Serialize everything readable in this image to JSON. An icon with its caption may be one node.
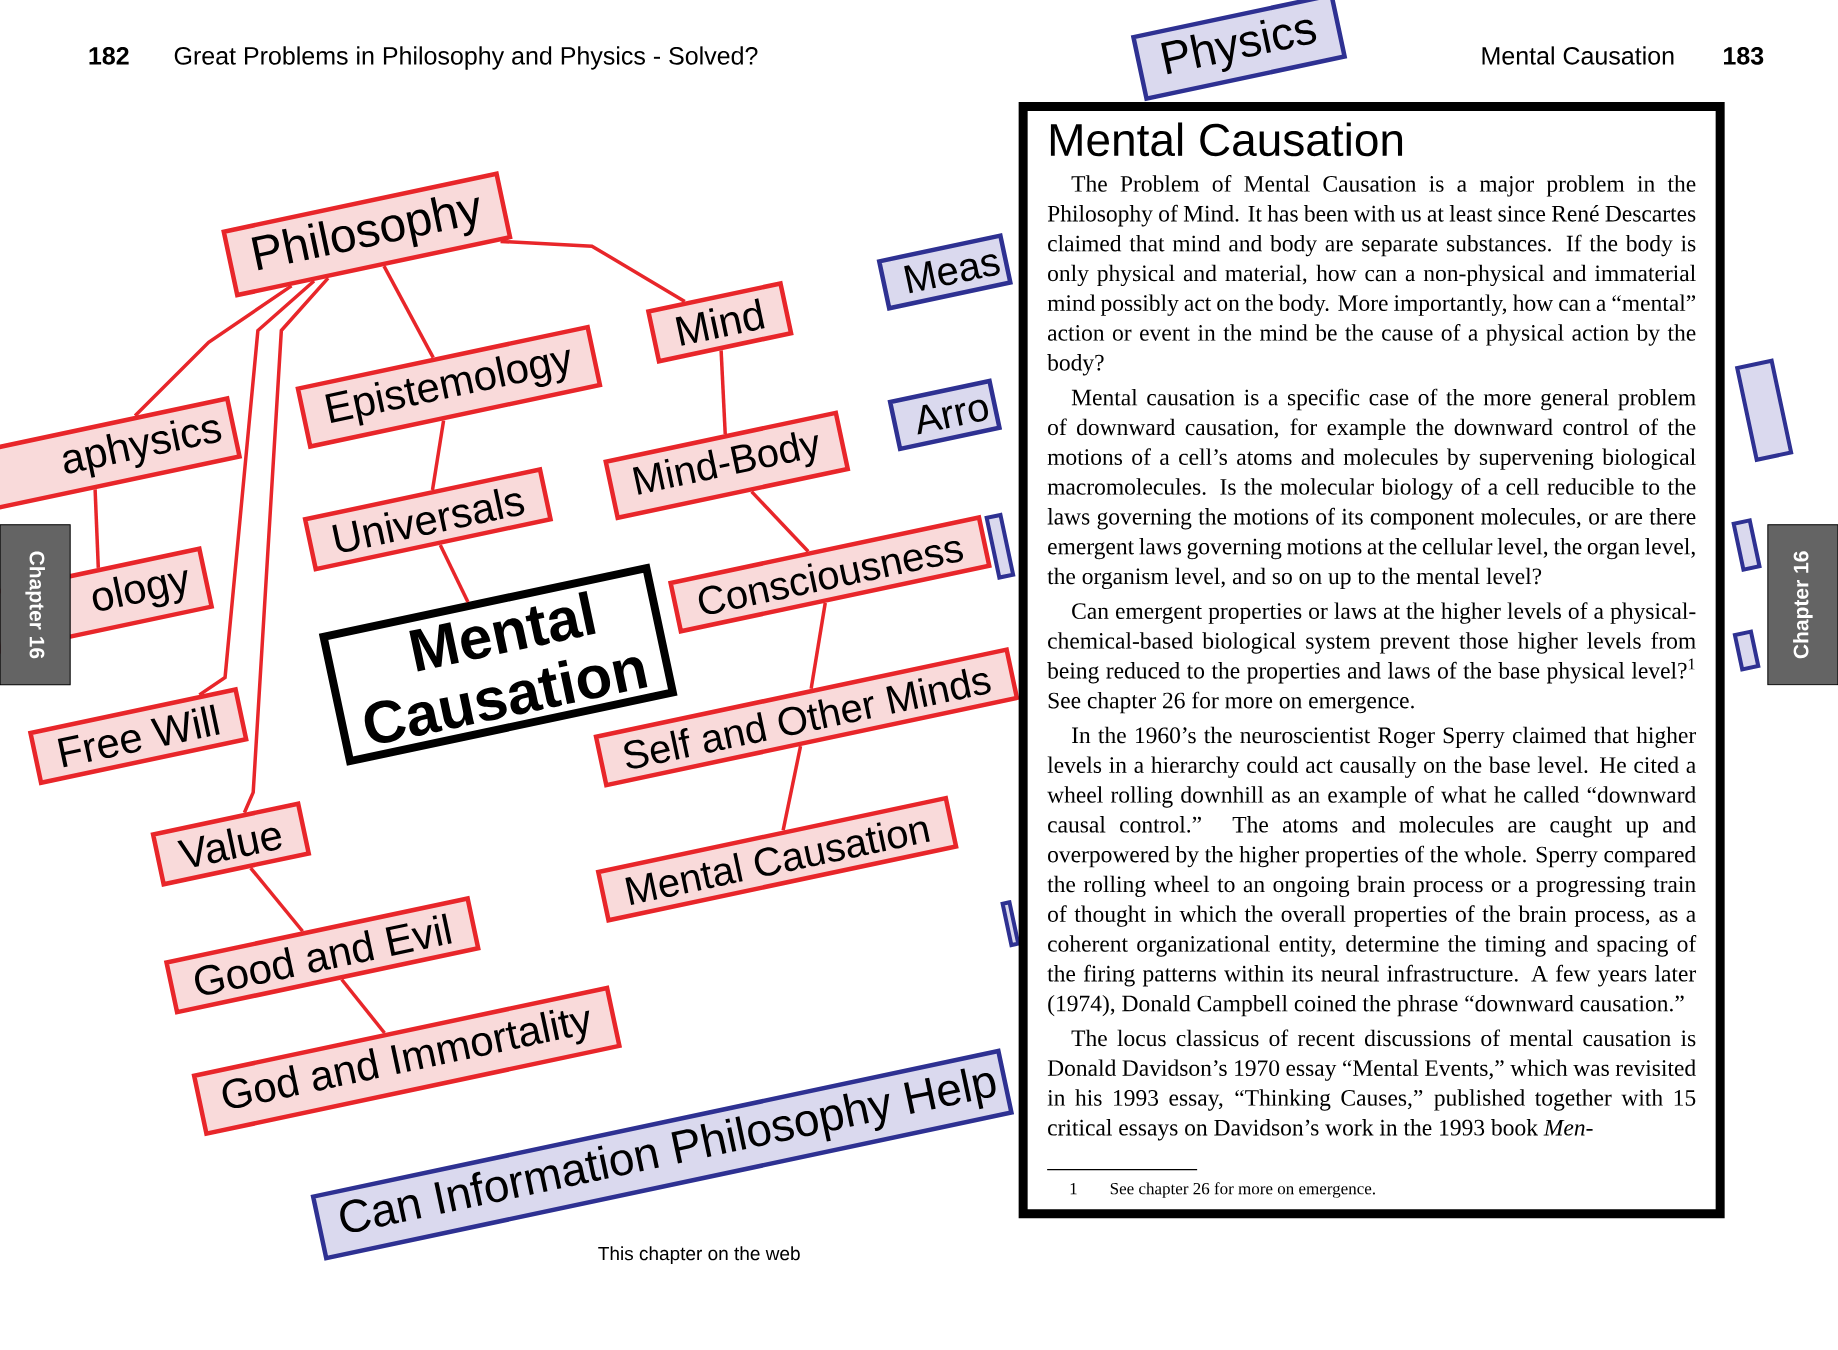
{
  "diagram": {
    "nodes": [
      {
        "text": [
          "Philosophy"
        ]
      },
      {
        "text": [
          "aphysics"
        ]
      },
      {
        "text": [
          "ology"
        ]
      },
      {
        "text": [
          "Free Will"
        ]
      },
      {
        "text": [
          "Epistemology"
        ]
      },
      {
        "text": [
          "Universals"
        ]
      },
      {
        "text": [
          "Mind"
        ]
      },
      {
        "text": [
          "Mind-Body"
        ]
      },
      {
        "text": [
          "Consciousness"
        ]
      },
      {
        "text": [
          "Self and Other Minds"
        ]
      },
      {
        "text": [
          "Mental Causation"
        ]
      },
      {
        "text": [
          "Value"
        ]
      },
      {
        "text": [
          "Good and Evil"
        ]
      },
      {
        "text": [
          "God and Immortality"
        ]
      },
      {
        "text": [
          "Mental Causation"
        ]
      },
      {
        "text": [
          "Can Information Philosophy Help"
        ]
      },
      {
        "text": [
          "Physics"
        ]
      },
      {
        "text": [
          "Meas"
        ]
      },
      {
        "text": [
          "Arro"
        ]
      },
      {
        "text": [
          "Mental Causation",
          "The Problem of Mental Causation is a major problem in the Philosophy of Mind. It has been with us at least since René Descartes claimed that mind and body are separate substances. If the body is only physical and material, how can a non-physical and immaterial mind possibly act on the body. More importantly, how can a “mental” action or event in the mind be the cause of a physical action by the body?",
          "Mental causation is a specific case of the more general problem of downward causation, for example the downward control of the motions of a cell’s atoms and molecules by supervening biological macromolecules. Is the molecular biology of a cell reducible to the laws governing the motions of its component molecules, or are there emergent laws governing motions at the cellular level, the organ level, the organism level, and so on up to the mental level?",
          "Can emergent properties or laws at the higher levels of a physical-chemical-based biological system prevent those higher levels from being reduced to the properties and laws of the base physical level?$^{1}$ See chapter 26 for more on emergence.",
          "In the 1960’s the neuroscientist Roger Sperry claimed that higher levels in a hierarchy could act causally on the base level. He cited a wheel rolling downhill as an example of what he called “downward causal control.” The atoms and molecules are caught up and overpowered by the higher properties of the whole. Sperry compared the rolling wheel to an ongoing brain process or a progressing train of thought in which the overall properties of the brain process, as a coherent organizational entity, determine the timing and spacing of the firing patterns within its neural infrastructure. A few years later (1974), Donald Campbell coined the phrase “downward causation.”",
          "The locus classicus of recent discussions of mental causation is Donald Davidson’s 1970 essay “Mental Events,” which was revisited in his 1993 essay, “Thinking Causes,” published together with 15 critical essays on Davidson’s work in the 1993 book *Men-*"
        ]
      },
      {
        "text": [],
        "shape": "box"
      },
      {
        "text": [],
        "shape": "box"
      },
      {
        "text": [],
        "shape": "box"
      },
      {
        "text": [],
        "shape": "box"
      },
      {
        "text": [],
        "shape": "box"
      }
    ],
    "edges": [
      {
        "from": 0,
        "to": 1,
        "arrow": "none"
      },
      {
        "from": 1,
        "to": 2,
        "arrow": "none"
      },
      {
        "from": 0,
        "to": 3,
        "arrow": "none"
      },
      {
        "from": 0,
        "to": 11,
        "arrow": "none"
      },
      {
        "from": 0,
        "to": 4,
        "arrow": "none"
      },
      {
        "from": 0,
        "to": 6,
        "arrow": "none"
      },
      {
        "from": 4,
        "to": 5,
        "arrow": "none"
      },
      {
        "from": 5,
        "to": 14,
        "arrow": "none"
      },
      {
        "from": 6,
        "to": 7,
        "arrow": "none"
      },
      {
        "from": 7,
        "to": 8,
        "arrow": "none"
      },
      {
        "from": 8,
        "to": 9,
        "arrow": "none"
      },
      {
        "from": 9,
        "to": 10,
        "arrow": "none"
      },
      {
        "from": 11,
        "to": 12,
        "arrow": "none"
      },
      {
        "from": 12,
        "to": 13,
        "arrow": "none"
      }
    ],
    "labels": [
      "182",
      "Great Problems in Philosophy and Physics - Solved?",
      "Mental Causation",
      "183",
      "Chapter 16",
      "Chapter 16",
      "1",
      "See chapter 26 for more on emergence.",
      "This chapter on the web"
    ]
  }
}
